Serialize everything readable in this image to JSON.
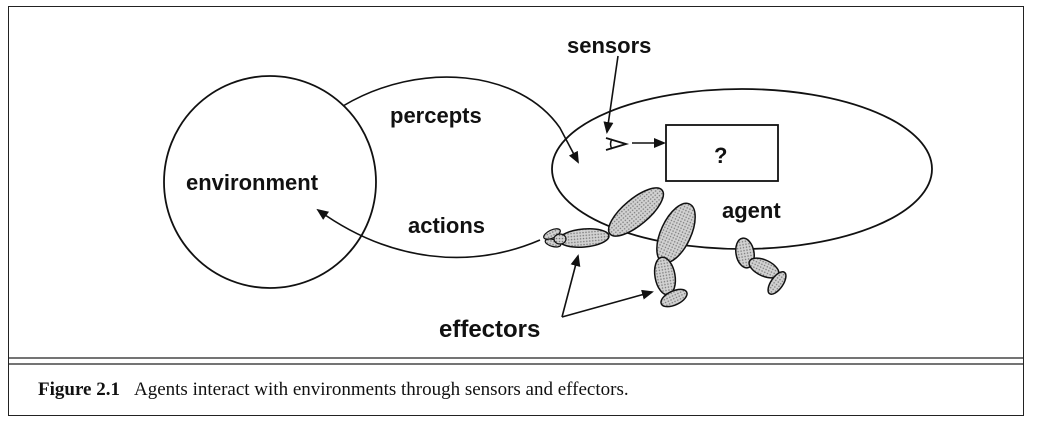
{
  "diagram": {
    "labels": {
      "environment": "environment",
      "agent": "agent",
      "percepts": "percepts",
      "actions": "actions",
      "sensors": "sensors",
      "effectors": "effectors",
      "unknown_box": "?"
    }
  },
  "caption": {
    "number": "Figure 2.1",
    "text": "Agents interact with environments through sensors and effectors."
  },
  "colors": {
    "ink": "#111111",
    "limb_fill": "#b9b9b9"
  }
}
